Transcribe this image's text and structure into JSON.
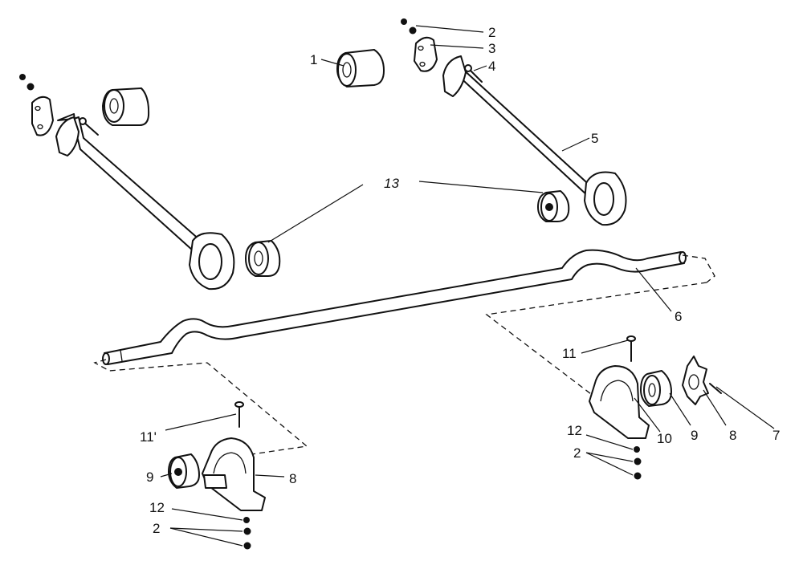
{
  "labels": {
    "l1": "1",
    "l2a": "2",
    "l3": "3",
    "l4": "4",
    "l5": "5",
    "l6": "6",
    "l13": "13",
    "l11a": "11",
    "l12a": "12",
    "l2b": "2",
    "l10": "10",
    "l9a": "9",
    "l8a": "8",
    "l7": "7",
    "l11b": "11'",
    "l9b": "9",
    "l8b": "8",
    "l12b": "12",
    "l2c": "2"
  }
}
